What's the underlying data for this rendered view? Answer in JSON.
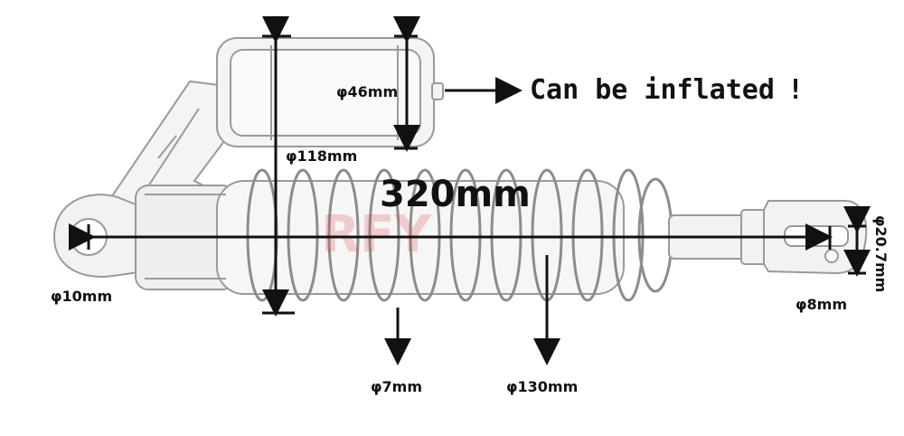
{
  "diagram": {
    "labels": {
      "reservoir_diameter": "φ46mm",
      "callout": "Can be inflated",
      "callout_mark": "!",
      "height": "φ118mm",
      "length": "320mm",
      "left_eye": "φ10mm",
      "spring_wire": "φ7mm",
      "spring_od": "φ130mm",
      "right_eye": "φ8mm",
      "fork_width": "φ20.7mm"
    },
    "watermark": "RFY",
    "colors": {
      "ink": "#111111",
      "outline": "#9a9a9a",
      "shade": "#e6e6e6",
      "watermark": "#e04a4a"
    }
  }
}
